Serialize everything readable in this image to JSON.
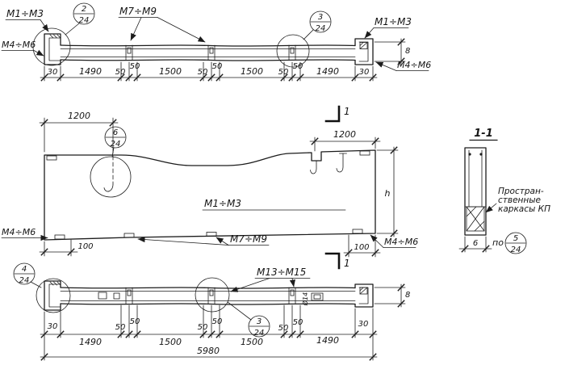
{
  "drawing": {
    "bg": "#ffffff",
    "ink": "#1c1c1c",
    "labels": {
      "m1_m3": "М1÷М3",
      "m4_m6": "М4÷М6",
      "m7_m9": "М7÷М9",
      "m13_m15": "М13÷М15"
    },
    "callouts": {
      "c2": {
        "num": "2",
        "den": "24"
      },
      "c3": {
        "num": "3",
        "den": "24"
      },
      "c4": {
        "num": "4",
        "den": "24"
      },
      "c5": {
        "num": "5",
        "den": "24"
      },
      "c6": {
        "num": "6",
        "den": "24"
      }
    },
    "top_view": {
      "dims": [
        "30",
        "1490",
        "50",
        "50",
        "1500",
        "50",
        "50",
        "1500",
        "50",
        "50",
        "1490",
        "30"
      ],
      "end_dim": "8"
    },
    "middle_view": {
      "dim_left": "1200",
      "dim_right": "1200",
      "dim_100_left": "100",
      "dim_100_right": "100",
      "height": "h",
      "section_label": "1"
    },
    "section_view": {
      "title": "1-1",
      "note": [
        "Простран-",
        "ственные",
        "каркасы КП"
      ],
      "po": "по",
      "width_dim": "6"
    },
    "bottom_view": {
      "dims": [
        "30",
        "1490",
        "50",
        "50",
        "1500",
        "50",
        "50",
        "1500",
        "50",
        "50",
        "1490",
        "30"
      ],
      "total": "5980",
      "end_dim": "8",
      "dia": "Ø14"
    }
  }
}
